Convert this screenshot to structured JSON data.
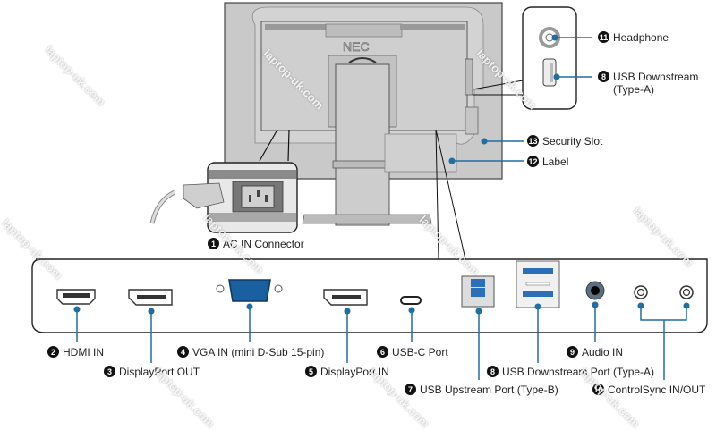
{
  "diagram": {
    "brand_logo": "NEC",
    "accent_color": "#1f6fa0",
    "callouts": [
      {
        "id": "ac-in",
        "number": "1",
        "label": "AC IN Connector"
      },
      {
        "id": "hdmi-in",
        "number": "2",
        "label": "HDMI IN"
      },
      {
        "id": "displayport-out",
        "number": "3",
        "label": "DisplayPort OUT"
      },
      {
        "id": "vga-in",
        "number": "4",
        "label": "VGA IN (mini D-Sub 15-pin)"
      },
      {
        "id": "displayport-in",
        "number": "5",
        "label": "DisplayPort IN"
      },
      {
        "id": "usb-c",
        "number": "6",
        "label": "USB-C Port"
      },
      {
        "id": "usb-upstream",
        "number": "7",
        "label": "USB Upstream Port (Type-B)"
      },
      {
        "id": "usb-downstream",
        "number": "8",
        "label": "USB Downstream Port (Type-A)"
      },
      {
        "id": "audio-in",
        "number": "9",
        "label": "Audio IN"
      },
      {
        "id": "controlsync",
        "number": "10",
        "label": "ControlSync IN/OUT"
      },
      {
        "id": "headphone",
        "number": "11",
        "label": "Headphone"
      },
      {
        "id": "usb-downstream-side",
        "number": "8",
        "label": "USB Downstream",
        "label2": "(Type-A)"
      },
      {
        "id": "security-slot",
        "number": "13",
        "label": "Security Slot"
      },
      {
        "id": "label",
        "number": "12",
        "label": "Label"
      }
    ],
    "watermark": "laptop-uk.com"
  }
}
